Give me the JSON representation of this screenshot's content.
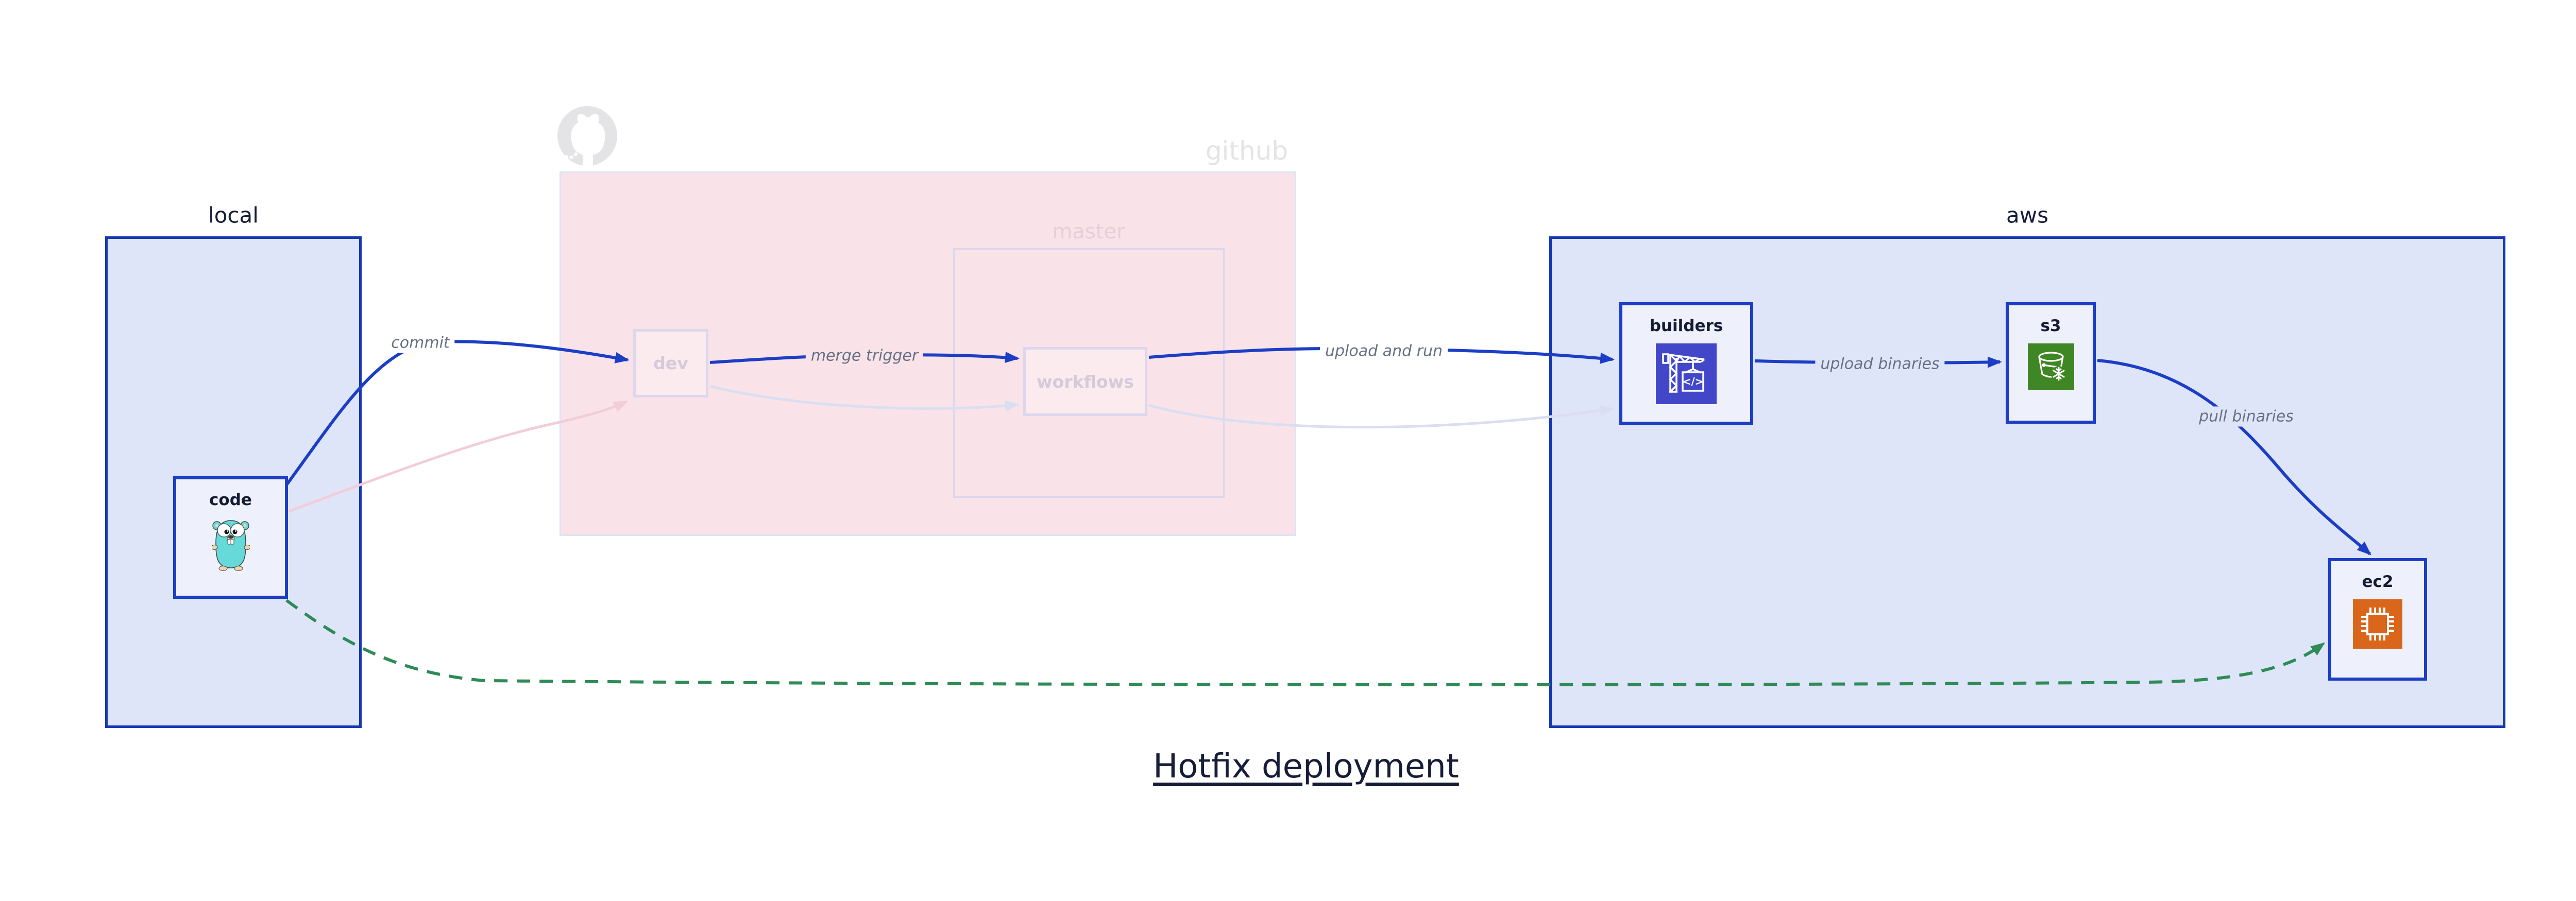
{
  "title": {
    "text": "Hotfix deployment"
  },
  "groups": {
    "local": {
      "label": "local"
    },
    "github": {
      "label": "github",
      "icon": "github-octocat-icon"
    },
    "master": {
      "label": "master"
    },
    "aws": {
      "label": "aws"
    }
  },
  "nodes": {
    "code": {
      "label": "code",
      "icon": "go-gopher-icon"
    },
    "dev": {
      "label": "dev"
    },
    "workflows": {
      "label": "workflows"
    },
    "builders": {
      "label": "builders",
      "icon": "aws-codebuild-icon",
      "icon_glyph": "</>"
    },
    "s3": {
      "label": "s3",
      "icon": "aws-s3-glacier-icon"
    },
    "ec2": {
      "label": "ec2",
      "icon": "aws-ec2-icon"
    }
  },
  "edges": {
    "commit": {
      "label": "commit"
    },
    "merge_trigger": {
      "label": "merge trigger"
    },
    "upload_and_run": {
      "label": "upload and run"
    },
    "upload_binaries": {
      "label": "upload binaries"
    },
    "pull_binaries": {
      "label": "pull binaries"
    }
  },
  "colors": {
    "group_fill": "#dfe5f8",
    "group_border": "#1638b0",
    "node_border": "#1c3ec6",
    "node_fill": "#eef1fb",
    "arrow_blue": "#1c3ec6",
    "pink_fill": "#f9e3e9",
    "faded_border": "#dcd7ed",
    "faded_pink_arrow": "#f2cdd8",
    "faded_lavender_arrow": "#dadef1",
    "green_dashed": "#2e8b57",
    "codebuild_icon_bg": "#4247c9",
    "s3_glacier_icon_bg": "#3f8624",
    "ec2_icon_bg": "#d9661a",
    "label_gray": "#667086",
    "title_navy": "#151d38"
  }
}
